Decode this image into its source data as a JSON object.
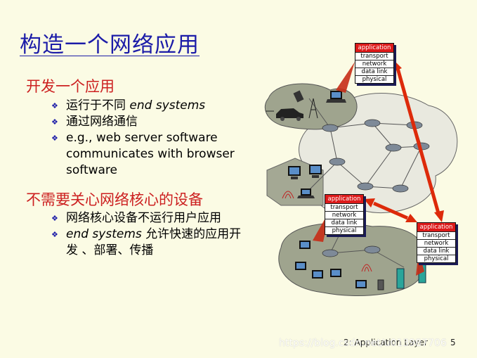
{
  "title": "构造一个网络应用",
  "section1": {
    "heading": "开发一个应用",
    "bullet1": {
      "text": "运行于不同 ",
      "em": "end systems"
    },
    "bullet2": {
      "text": "通过网络通信"
    },
    "bullet3": {
      "text": "e.g., web server software communicates with browser software"
    }
  },
  "section2": {
    "heading": "不需要关心网络核心的设备",
    "bullet1": {
      "text": "网络核心设备不运行用户应用"
    },
    "bullet2": {
      "em": "end systems",
      "text": " 允许快速的应用开发 、部署、传播"
    }
  },
  "stack": {
    "application": "application",
    "transport": "transport",
    "network": "network",
    "datalink": "data link",
    "physical": "physical"
  },
  "footer": {
    "label": "2: Application Layer",
    "page": "5"
  },
  "watermark": "https://blog.csdn.net/u013987706",
  "colors": {
    "background": "#fbfbe4",
    "title": "#1c1ca8",
    "heading": "#cc2020",
    "arrow": "#dd2a0a",
    "stack_header": "#dd1a1a"
  }
}
